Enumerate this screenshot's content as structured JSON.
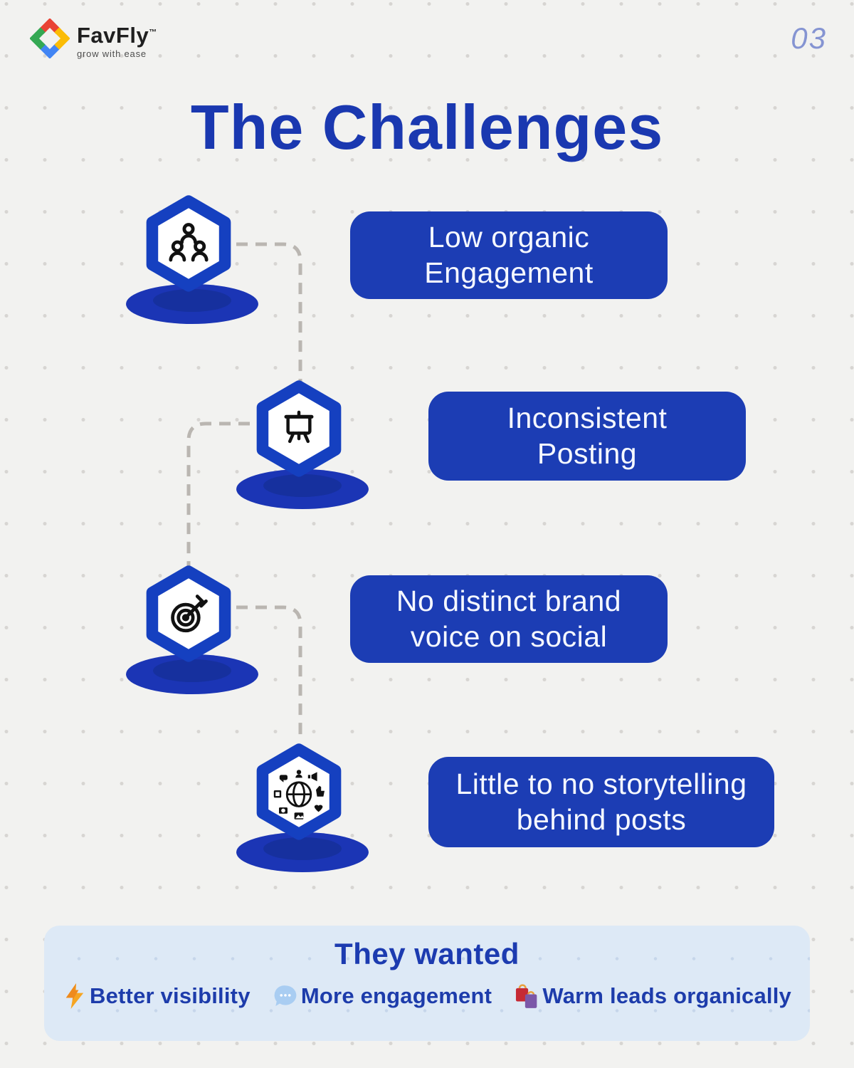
{
  "page": {
    "number": "03",
    "title": "The Challenges",
    "background_color": "#f2f2f0",
    "accent_color": "#1c3db4",
    "dash_color": "#bab6b1"
  },
  "logo": {
    "name": "FavFly",
    "tm": "™",
    "tagline": "grow with ease",
    "mark_colors": {
      "top": "#e94335",
      "left": "#34a853",
      "right": "#fbbc05",
      "bottom": "#4285f4"
    }
  },
  "challenges": [
    {
      "icon": "team-icon",
      "label": "Low organic\nEngagement"
    },
    {
      "icon": "presentation-board-icon",
      "label": "Inconsistent\nPosting"
    },
    {
      "icon": "target-icon",
      "label": "No distinct brand\nvoice on social"
    },
    {
      "icon": "social-globe-icon",
      "label": "Little to no storytelling\nbehind posts"
    }
  ],
  "wanted": {
    "title": "They wanted",
    "panel_color": "#dde9f6",
    "items": [
      {
        "icon": "lightning-icon",
        "label": "Better visibility"
      },
      {
        "icon": "speech-bubble-icon",
        "label": "More engagement"
      },
      {
        "icon": "shopping-bags-icon",
        "label": "Warm leads organically"
      }
    ]
  }
}
